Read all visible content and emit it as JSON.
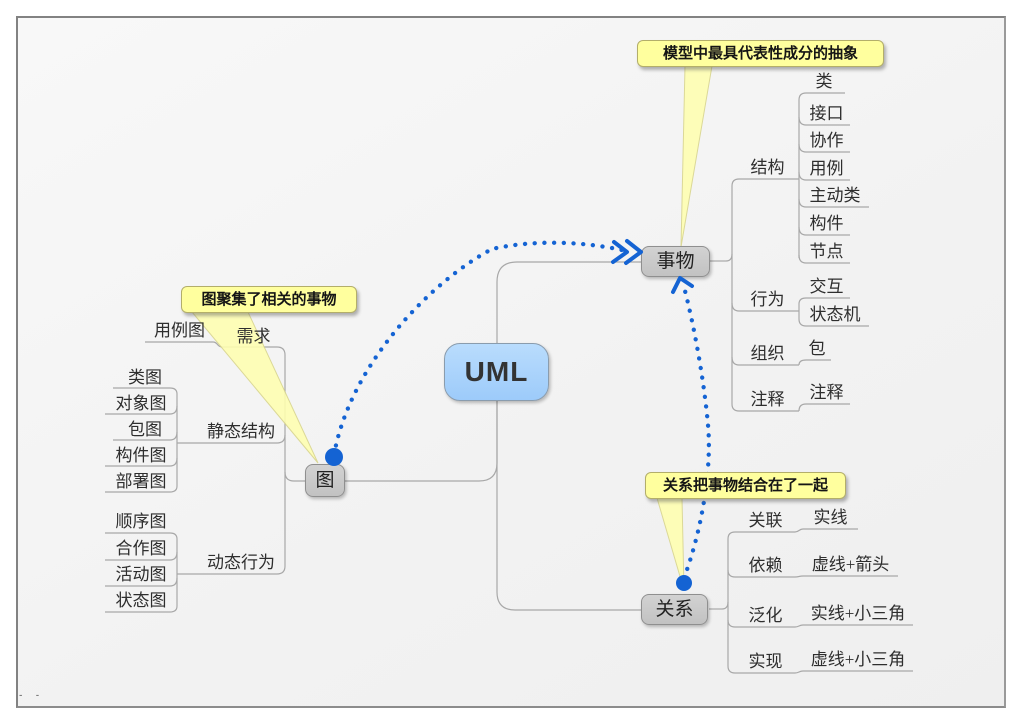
{
  "root": {
    "label": "UML"
  },
  "callouts": {
    "things": "模型中最具代表性成分的抽象",
    "diagrams": "图聚集了相关的事物",
    "relations": "关系把事物结合在了一起"
  },
  "things": {
    "label": "事物",
    "groups": [
      {
        "label": "结构",
        "children": [
          "类",
          "接口",
          "协作",
          "用例",
          "主动类",
          "构件",
          "节点"
        ]
      },
      {
        "label": "行为",
        "children": [
          "交互",
          "状态机"
        ]
      },
      {
        "label": "组织",
        "children": [
          "包"
        ]
      },
      {
        "label": "注释",
        "children": [
          "注释"
        ]
      }
    ]
  },
  "diagrams": {
    "label": "图",
    "groups": [
      {
        "label": "需求",
        "children": [
          "用例图"
        ]
      },
      {
        "label": "静态结构",
        "children": [
          "类图",
          "对象图",
          "包图",
          "构件图",
          "部署图"
        ]
      },
      {
        "label": "动态行为",
        "children": [
          "顺序图",
          "合作图",
          "活动图",
          "状态图"
        ]
      }
    ]
  },
  "relations": {
    "label": "关系",
    "groups": [
      {
        "label": "关联",
        "children": [
          "实线"
        ]
      },
      {
        "label": "依赖",
        "children": [
          "虚线+箭头"
        ]
      },
      {
        "label": "泛化",
        "children": [
          "实线+小三角"
        ]
      },
      {
        "label": "实现",
        "children": [
          "虚线+小三角"
        ]
      }
    ]
  },
  "footer": {
    "marks": "- -"
  },
  "colors": {
    "node_fill": "#c9c9c9",
    "root_fill": "#a7d3fc",
    "callout_fill": "#ffff9e",
    "link_blue": "#1463d3",
    "connector_gray": "#a8a8a8",
    "canvas": "#f3f3f3"
  }
}
